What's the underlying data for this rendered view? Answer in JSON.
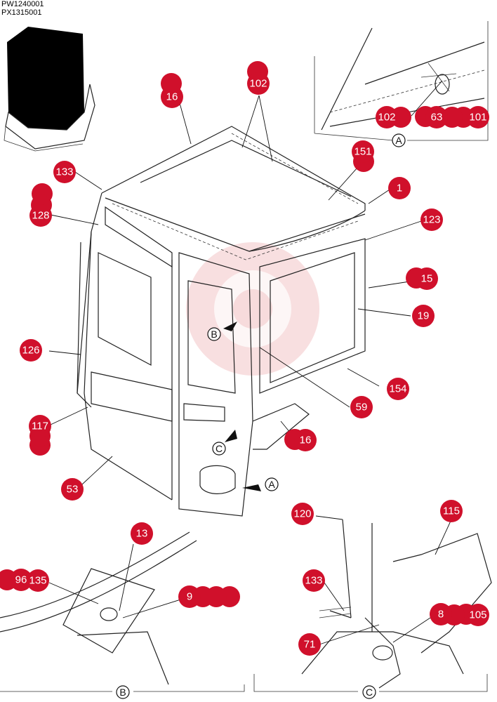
{
  "codes": [
    "PW1240001",
    "PX1315001"
  ],
  "callouts": {
    "c16a": "16",
    "c102a": "102",
    "c151": "151",
    "c133a": "133",
    "c128": "128",
    "c1": "1",
    "c123": "123",
    "c15": "15",
    "c19": "19",
    "c126": "126",
    "c154": "154",
    "c59": "59",
    "c117": "117",
    "c16b": "16",
    "c53": "53",
    "c102b": "102",
    "c63": "63",
    "c101a": "101",
    "c13": "13",
    "c135": "135",
    "c9a": "9",
    "c96": "96",
    "c120": "120",
    "c115": "115",
    "c133b": "133",
    "c71": "71",
    "c8": "8",
    "c105": "105"
  },
  "view_labels": {
    "a": "A",
    "b": "B",
    "c": "C"
  },
  "colors": {
    "callout": "#d0102b",
    "line": "#222222"
  }
}
